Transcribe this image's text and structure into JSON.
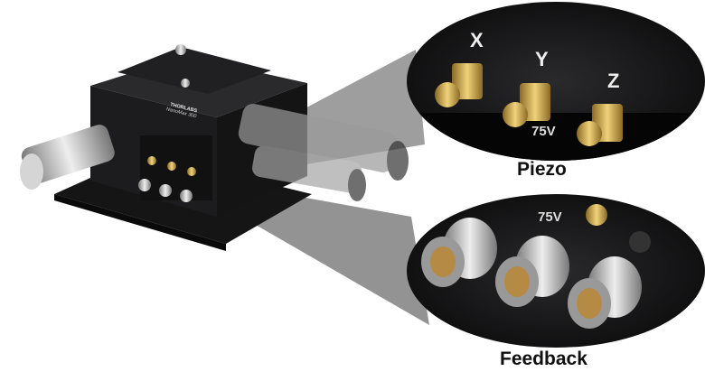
{
  "callouts": {
    "piezo": {
      "label": "Piezo",
      "axes": [
        "X",
        "Y",
        "Z"
      ],
      "voltage": "75V"
    },
    "feedback": {
      "label": "Feedback",
      "voltage": "75V"
    }
  },
  "device": {
    "brand": "THORLABS",
    "model": "NanoMax 300",
    "axes": [
      "X",
      "Y",
      "Z"
    ],
    "voltage": "75V"
  },
  "colors": {
    "body": "#1c1c1e",
    "connector_gold": "#c9a24a",
    "lemo_silver": "#b8b8b8",
    "cone": "#8a8a8a"
  }
}
